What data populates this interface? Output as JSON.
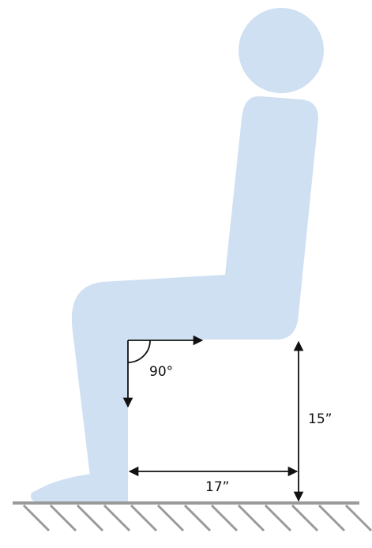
{
  "diagram": {
    "angle_label": "90°",
    "seat_height_label": "15”",
    "seat_depth_label": "17”"
  },
  "colors": {
    "figure_fill": "#cfe0f3",
    "ground": "#9a9a9a",
    "dimension_lines": "#111111",
    "background": "#ffffff"
  },
  "icons": {
    "figure": "seated-person-silhouette",
    "ground": "hatched-floor"
  }
}
